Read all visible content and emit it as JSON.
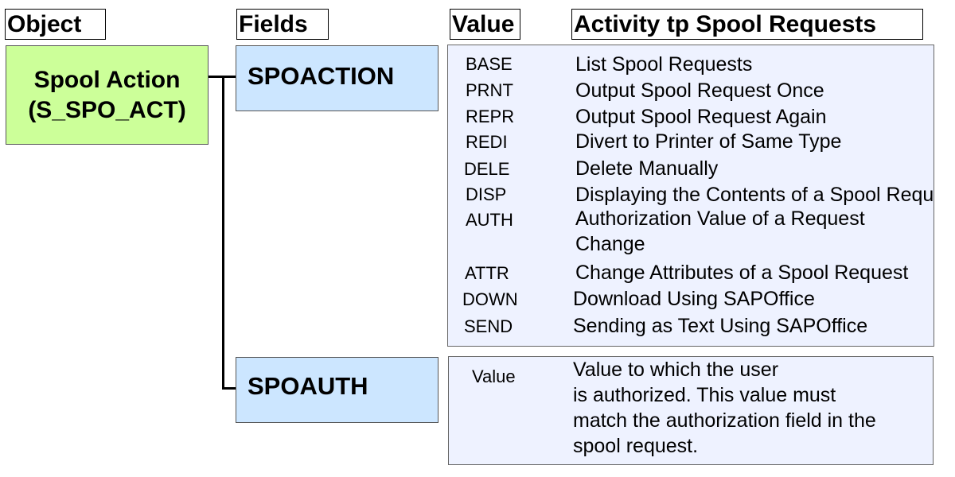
{
  "headers": {
    "object": "Object",
    "fields": "Fields",
    "value": "Value",
    "activity": "Activity tp Spool Requests"
  },
  "object": {
    "line1": "Spool Action",
    "line2": "(S_SPO_ACT)"
  },
  "fields": {
    "spoaction": "SPOACTION",
    "spoauth": "SPOAUTH"
  },
  "activities": [
    {
      "code": "BASE",
      "desc": "List Spool Requests"
    },
    {
      "code": "PRNT",
      "desc": "Output Spool Request Once"
    },
    {
      "code": "REPR",
      "desc": "Output Spool Request Again"
    },
    {
      "code": "REDI",
      "desc": "Divert to Printer of Same Type"
    },
    {
      "code": "DELE",
      "desc": "Delete Manually"
    },
    {
      "code": "DISP",
      "desc": "Displaying the Contents of a Spool Requ"
    },
    {
      "code": "AUTH",
      "desc": "Authorization Value of a Request"
    },
    {
      "code": "",
      "desc": "Change"
    },
    {
      "code": "ATTR",
      "desc": "Change Attributes of a Spool Request"
    },
    {
      "code": "DOWN",
      "desc": "Download Using SAPOffice"
    },
    {
      "code": "SEND",
      "desc": "Sending as Text Using SAPOffice"
    }
  ],
  "auth_value": {
    "code": "Value",
    "lines": [
      "Value to which the user",
      "is authorized. This value must",
      "match the authorization field in the",
      "spool request."
    ]
  }
}
